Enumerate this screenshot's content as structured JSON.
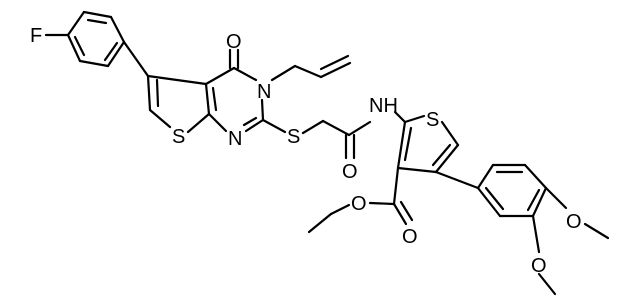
{
  "molecule": {
    "atom_labels": {
      "fluorine": "F",
      "ketone_oxygen": "O",
      "ring_nitrogen": "N",
      "thiophene_sulfur_left": "S",
      "pyrimidine_nitrogen": "N",
      "thioether_sulfur": "S",
      "amide_oxygen": "O",
      "amide_nh": "NH",
      "thiophene_sulfur_right": "S",
      "ester_oxygen_single": "O",
      "ester_oxygen_double": "O",
      "methoxy_oxygen_4": "O",
      "methoxy_oxygen_3": "O"
    }
  }
}
